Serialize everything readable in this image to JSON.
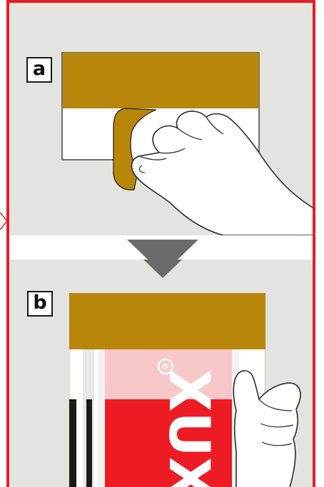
{
  "steps": [
    {
      "label": "a"
    },
    {
      "label": "b"
    }
  ],
  "colors": {
    "frame": "#e31e24",
    "panel_bg": "#e3e3e0",
    "tape": "#b8860b",
    "arrow": "#6b6b6b",
    "label_red": "#ed1c24"
  },
  "icons": {
    "step_arrow": "triangle-down-icon",
    "hand_a": "hand-peeling-icon",
    "hand_b": "hand-holding-icon"
  },
  "product_label": {
    "brand_letters": "XUX",
    "registered_mark": "®"
  }
}
